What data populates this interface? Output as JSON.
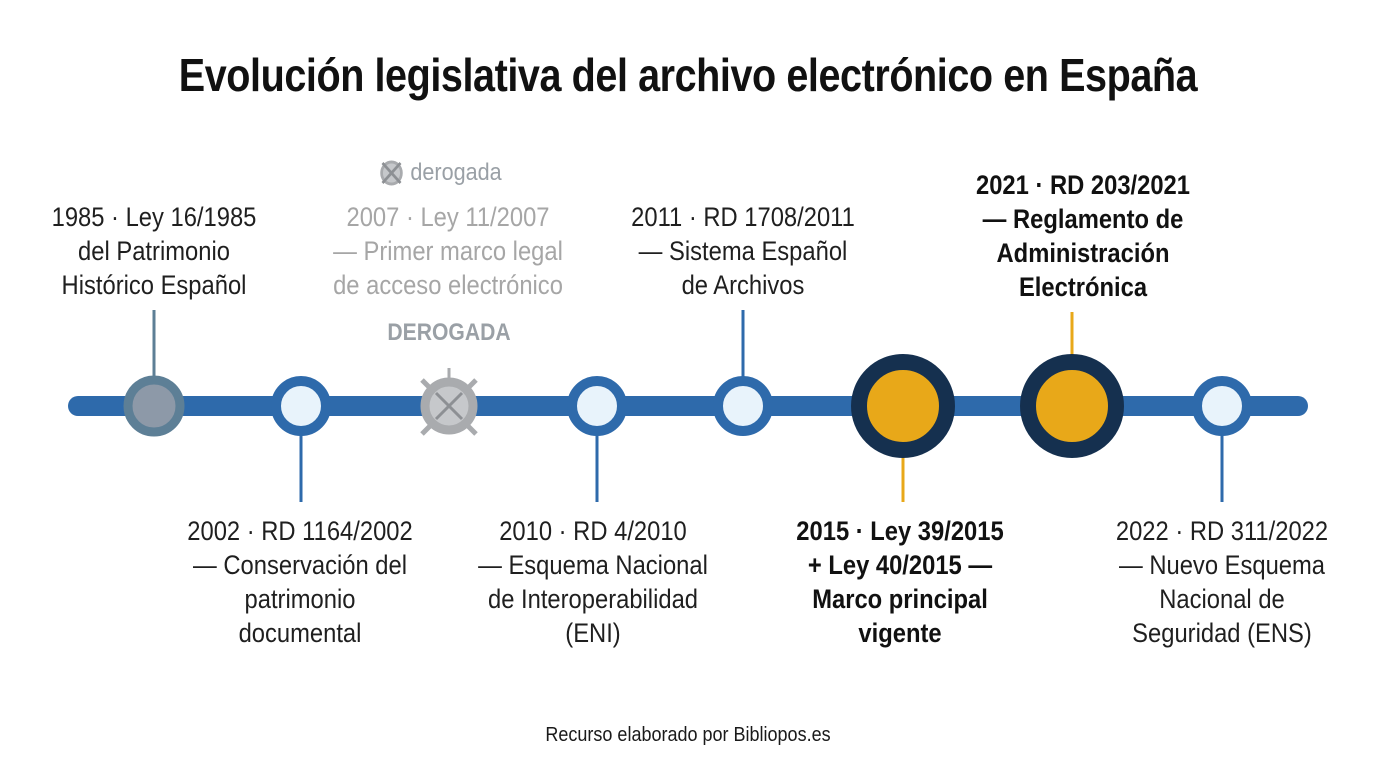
{
  "title": "Evolución legislativa del archivo electrónico en España",
  "footer": "Recurso elaborado por Bibliopos.es",
  "colors": {
    "axis": "#2e6aab",
    "node_ring": "#2e6aab",
    "node_fill": "#e8f3fb",
    "highlight_ring": "#15304f",
    "highlight_fill": "#e8a819",
    "derogated": "#a9abae",
    "first_node_ring": "#5d7f96",
    "first_node_fill": "#8d99a8"
  },
  "events": [
    {
      "id": "1985",
      "lines": [
        "1985 · Ley 16/1985",
        "del Patrimonio",
        "Histórico Español"
      ],
      "status": "normal"
    },
    {
      "id": "2002",
      "lines": [
        "2002 · RD 1164/2002",
        "— Conservación del",
        "patrimonio",
        "documental"
      ],
      "status": "normal"
    },
    {
      "id": "2007",
      "lines": [
        "2007 · Ley 11/2007",
        "— Primer marco legal",
        "de acceso electrónico"
      ],
      "status": "derogated",
      "tag": "DEROGADA",
      "note_icon": "cross-circle-icon",
      "note": "derogada"
    },
    {
      "id": "2010",
      "lines": [
        "2010 · RD 4/2010",
        "— Esquema Nacional",
        "de Interoperabilidad",
        "(ENI)"
      ],
      "status": "normal"
    },
    {
      "id": "2011",
      "lines": [
        "2011 · RD 1708/2011",
        "— Sistema Español",
        "de Archivos"
      ],
      "status": "normal"
    },
    {
      "id": "2015",
      "lines": [
        "2015 · Ley 39/2015",
        "+ Ley 40/2015 —",
        "Marco principal",
        "vigente"
      ],
      "status": "highlight"
    },
    {
      "id": "2021",
      "lines": [
        "2021 · RD 203/2021",
        "— Reglamento de",
        "Administración",
        "Electrónica"
      ],
      "status": "highlight"
    },
    {
      "id": "2022",
      "lines": [
        "2022 · RD 311/2022",
        "— Nuevo Esquema",
        "Nacional de",
        "Seguridad (ENS)"
      ],
      "status": "normal"
    }
  ]
}
